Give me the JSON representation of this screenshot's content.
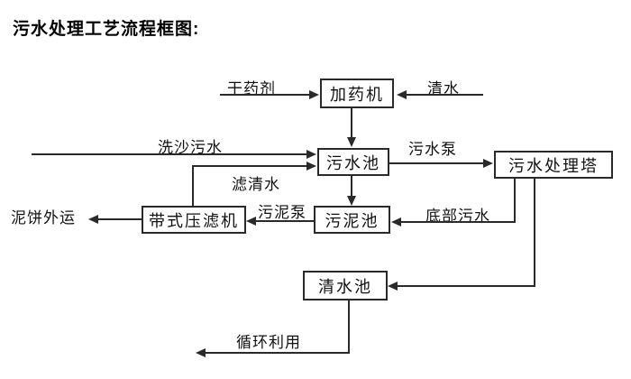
{
  "title": "污水处理工艺流程框图:",
  "nodes": {
    "dosing_machine": {
      "label": "加药机"
    },
    "sewage_pool": {
      "label": "污水池"
    },
    "treatment_tower": {
      "label": "污水处理塔"
    },
    "sludge_pool": {
      "label": "污泥池"
    },
    "belt_filter_press": {
      "label": "带式压滤机"
    },
    "clean_water_pool": {
      "label": "清水池"
    }
  },
  "flow_labels": {
    "dry_agent": "干药剂",
    "clean_water": "清水",
    "sand_wash_sewage": "洗沙污水",
    "sewage_pump": "污水泵",
    "filtered_water": "滤清水",
    "sludge_pump": "污泥泵",
    "bottom_sewage": "底部污水",
    "mud_cake_outbound": "泥饼外运",
    "recycle_use": "循环利用"
  },
  "connections": [
    {
      "from": "干药剂",
      "to": "加药机",
      "label": ""
    },
    {
      "from": "清水",
      "to": "加药机",
      "label": ""
    },
    {
      "from": "加药机",
      "to": "污水池",
      "label": ""
    },
    {
      "from": "洗沙污水",
      "to": "污水池",
      "label": ""
    },
    {
      "from": "带式压滤机",
      "to": "污水池",
      "label": "滤清水"
    },
    {
      "from": "污水池",
      "to": "污水处理塔",
      "label": "污水泵"
    },
    {
      "from": "污水池",
      "to": "污泥池",
      "label": ""
    },
    {
      "from": "污水处理塔",
      "to": "污泥池",
      "label": "底部污水"
    },
    {
      "from": "污泥池",
      "to": "带式压滤机",
      "label": "污泥泵"
    },
    {
      "from": "带式压滤机",
      "to": "泥饼外运",
      "label": ""
    },
    {
      "from": "污水处理塔",
      "to": "清水池",
      "label": ""
    },
    {
      "from": "清水池",
      "to": "循环利用",
      "label": ""
    }
  ],
  "colors": {
    "background": "#ffffff",
    "line": "#2a2a2a",
    "box_border": "#2a2a2a",
    "text": "#111111"
  }
}
